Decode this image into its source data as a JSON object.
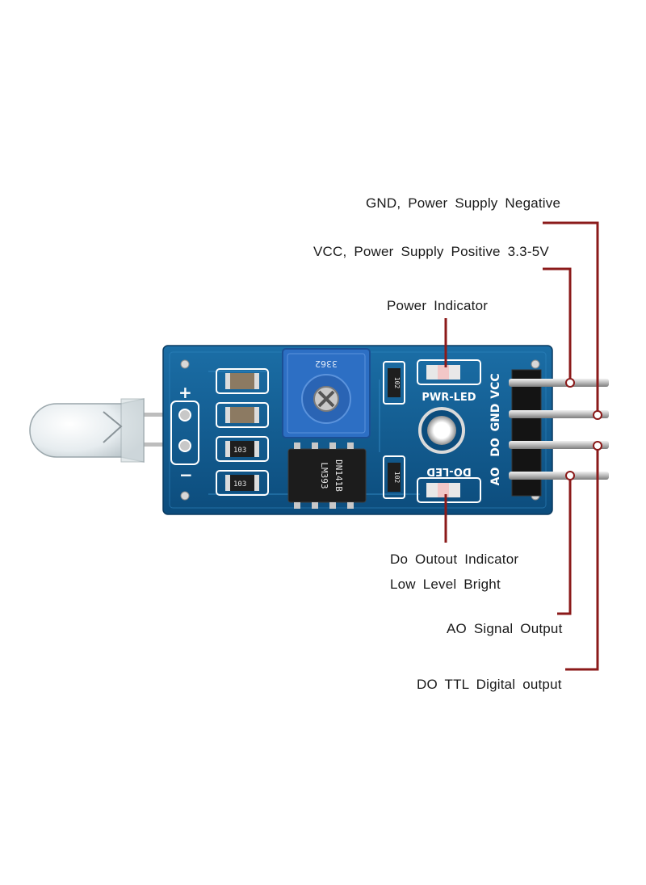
{
  "annotations": {
    "gnd": "GND, Power Supply Negative",
    "vcc": "VCC, Power Supply Positive 3.3-5V",
    "power_indicator": "Power Indicator",
    "do_indicator_line1": "Do Outout Indicator",
    "do_indicator_line2": "Low Level Bright",
    "ao": "AO Signal Output",
    "do": "DO TTL Digital output"
  },
  "board": {
    "pins": [
      "VCC",
      "GND",
      "DO",
      "AO"
    ],
    "pwr_led": "PWR-LED",
    "do_led": "DO-LED",
    "potentiometer": "3362",
    "chip_line1": "LM393",
    "chip_line2": "DN141B",
    "resistor_label": "103",
    "small_part": "102",
    "plus": "+",
    "minus": "−"
  },
  "colors": {
    "leader_line": "#8b1a1a",
    "board": "#0f5a8c",
    "potentiometer": "#2d6fc4"
  }
}
